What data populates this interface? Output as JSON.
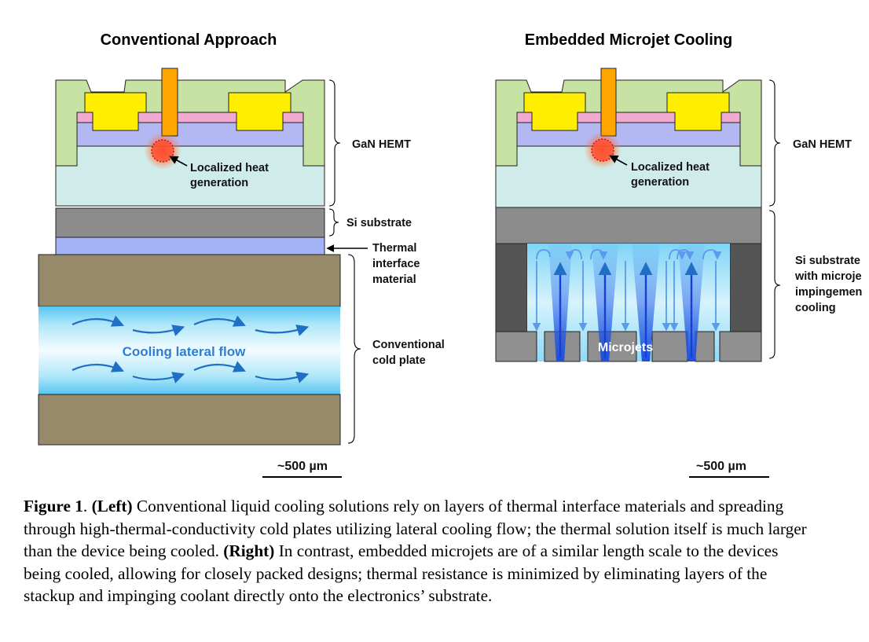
{
  "left_panel": {
    "title": "Conventional Approach",
    "label_gan": "GaN HEMT",
    "label_heat_1": "Localized heat",
    "label_heat_2": "generation",
    "label_si": "Si substrate",
    "label_tim_1": "Thermal",
    "label_tim_2": "interface",
    "label_tim_3": "material",
    "label_flow": "Cooling lateral flow",
    "label_cold_1": "Conventional",
    "label_cold_2": "cold plate",
    "scale": "~500 µm"
  },
  "right_panel": {
    "title": "Embedded Microjet Cooling",
    "label_gan": "GaN HEMT",
    "label_heat_1": "Localized heat",
    "label_heat_2": "generation",
    "label_si_1": "Si substrate",
    "label_si_2": "with microje",
    "label_si_3": "impingemen",
    "label_si_4": "cooling",
    "label_microjets": "Microjets",
    "scale": "~500 µm"
  },
  "caption": {
    "fig_label": "Figure 1",
    "sep1": ". ",
    "left_tag": "(Left)",
    "left_text": " Conventional liquid cooling solutions rely on layers of thermal interface materials and spreading through high-thermal-conductivity cold plates utilizing lateral cooling flow; the thermal solution itself is much larger than the device being cooled. ",
    "right_tag": "(Right)",
    "right_text": " In contrast, embedded microjets are of a similar length scale to the devices being cooled, allowing for closely packed designs; thermal resistance is minimized by eliminating layers of the stackup and impinging coolant directly onto the electronics’ substrate."
  },
  "colors": {
    "passivation": "#c7e3a4",
    "gold": "#ffee00",
    "gate": "#ffa600",
    "algan": "#f0a9cf",
    "gan_channel": "#b3b7f2",
    "buffer": "#cfeceb",
    "si": "#8c8c8c",
    "tim": "#a3b3f5",
    "cold_plate": "#968a6a",
    "coolant": "#8fdaf7",
    "arrow": "#1f6fc4",
    "heat": "#ff4a2a",
    "wall_dark": "#555555",
    "nozzle_gray": "#8f8f8f"
  }
}
